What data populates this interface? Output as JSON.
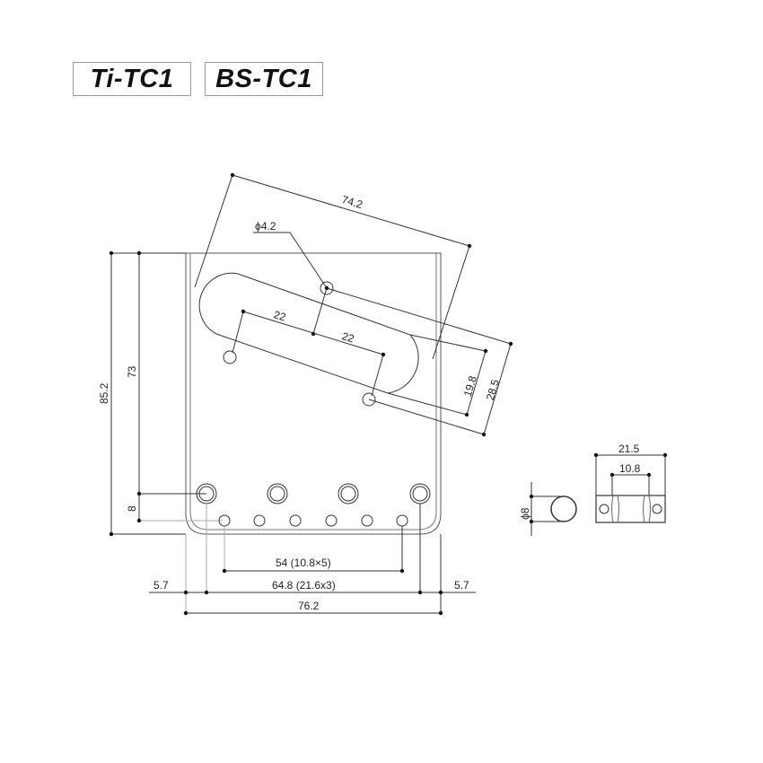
{
  "models": [
    {
      "label": "Ti-TC1"
    },
    {
      "label": "BS-TC1"
    }
  ],
  "drawing": {
    "title": "Tele bridge plate dimension drawing",
    "line_color": "#333333",
    "guide_color": "#b0b0b0",
    "units": "mm",
    "pickup_slot": {
      "length": "74.2",
      "mount_hole_diameter": "ϕ4.2",
      "hole_spacing_left": "22",
      "hole_spacing_right": "22",
      "offset_inner": "19.8",
      "offset_outer": "28.5"
    },
    "plate": {
      "overall_height": "85.2",
      "height_to_screw": "73",
      "screw_to_string_hole": "8",
      "string_spacing": "54 (10.8×5)",
      "mount_spacing": "64.8 (21.6x3)",
      "edge_left": "5.7",
      "edge_right": "5.7",
      "overall_width": "76.2"
    },
    "saddle": {
      "diameter": "ϕ8",
      "length": "21.5",
      "string_groove_spacing": "10.8"
    }
  }
}
